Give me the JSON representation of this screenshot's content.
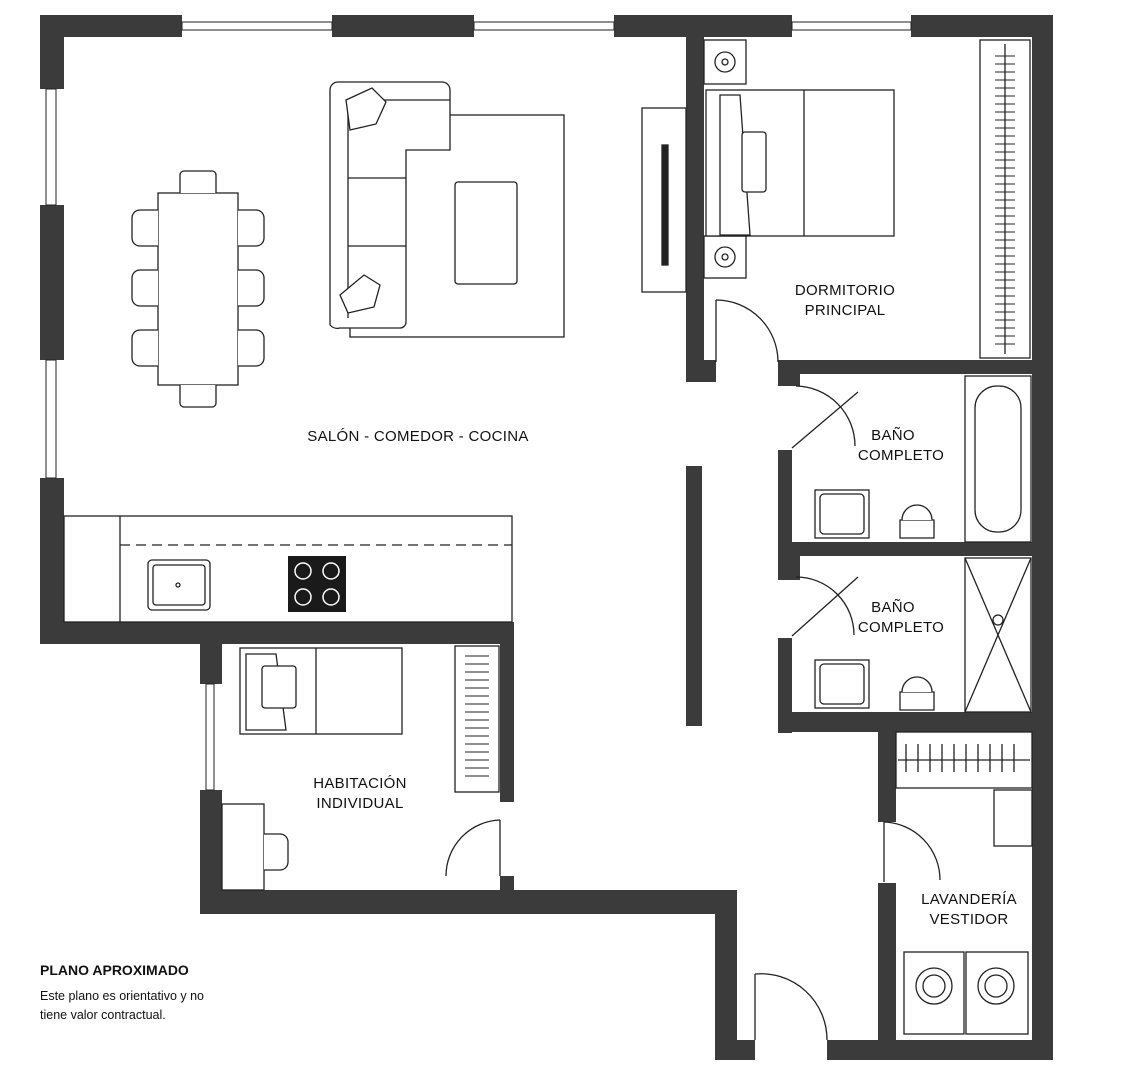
{
  "rooms": {
    "salon": {
      "line1": "SALÓN - COMEDOR - COCINA"
    },
    "dormitorio": {
      "line1": "DORMITORIO",
      "line2": "PRINCIPAL"
    },
    "bano1": {
      "line1": "BAÑO",
      "line2": "COMPLETO"
    },
    "bano2": {
      "line1": "BAÑO",
      "line2": "COMPLETO"
    },
    "habitacion": {
      "line1": "HABITACIÓN",
      "line2": "INDIVIDUAL"
    },
    "lavanderia": {
      "line1": "LAVANDERÍA",
      "line2": "VESTIDOR"
    }
  },
  "legend": {
    "title": "PLANO APROXIMADO",
    "text": "Este plano es orientativo y no tiene valor contractual."
  },
  "colors": {
    "wall": "#3b3b3b",
    "line": "#222222",
    "background": "#ffffff"
  }
}
